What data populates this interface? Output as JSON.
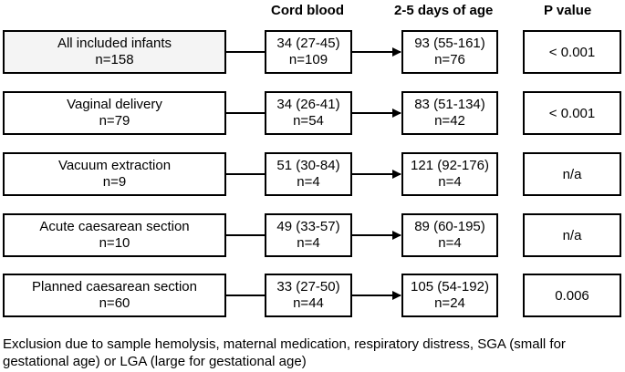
{
  "headers": {
    "cord": "Cord blood",
    "days": "2-5 days  of age",
    "pvalue": "P value"
  },
  "groups": [
    {
      "label": "All included infants",
      "n": "n=158",
      "cord_value": "34 (27-45)",
      "cord_n": "n=109",
      "days_value": "93 (55-161)",
      "days_n": "n=76",
      "p": "< 0.001"
    },
    {
      "label": "Vaginal delivery",
      "n": "n=79",
      "cord_value": "34 (26-41)",
      "cord_n": "n=54",
      "days_value": "83 (51-134)",
      "days_n": "n=42",
      "p": "< 0.001"
    },
    {
      "label": "Vacuum extraction",
      "n": "n=9",
      "cord_value": "51 (30-84)",
      "cord_n": "n=4",
      "days_value": "121 (92-176)",
      "days_n": "n=4",
      "p": "n/a"
    },
    {
      "label": "Acute caesarean section",
      "n": "n=10",
      "cord_value": "49 (33-57)",
      "cord_n": "n=4",
      "days_value": "89 (60-195)",
      "days_n": "n=4",
      "p": "n/a"
    },
    {
      "label": "Planned caesarean section",
      "n": "n=60",
      "cord_value": "33 (27-50)",
      "cord_n": "n=44",
      "days_value": "105 (54-192)",
      "days_n": "n=24",
      "p": "0.006"
    }
  ],
  "footnote": "Exclusion due to sample hemolysis, maternal medication, respiratory distress, SGA (small for gestational age) or LGA (large for gestational age)"
}
